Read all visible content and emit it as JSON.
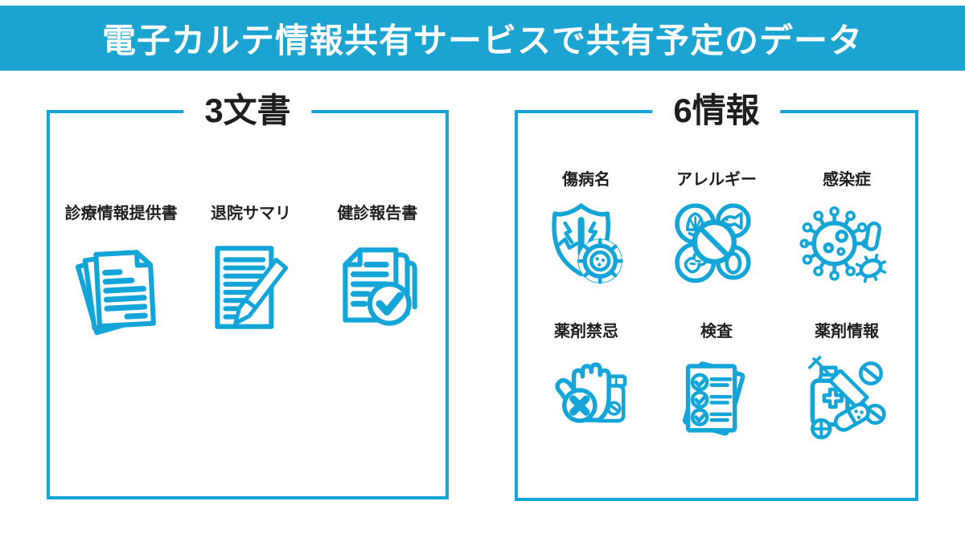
{
  "page": {
    "title": "電子カルテ情報共有サービスで共有予定のデータ"
  },
  "colors": {
    "accent": "#14a5d8",
    "header_bg": "#1ba3d2",
    "text": "#1e1e1e",
    "bg": "#ffffff"
  },
  "sections": [
    {
      "title": "3文書",
      "items": [
        {
          "label": "診療情報提供書",
          "icon": "documents-stack-icon"
        },
        {
          "label": "退院サマリ",
          "icon": "document-pencil-icon"
        },
        {
          "label": "健診報告書",
          "icon": "document-check-icon"
        }
      ]
    },
    {
      "title": "6情報",
      "items": [
        {
          "label": "傷病名",
          "icon": "shield-crack-virus-icon"
        },
        {
          "label": "アレルギー",
          "icon": "allergy-foods-prohibition-icon"
        },
        {
          "label": "感染症",
          "icon": "virus-bacteria-icon"
        },
        {
          "label": "薬剤禁忌",
          "icon": "hand-stop-pill-bottle-icon"
        },
        {
          "label": "検査",
          "icon": "checklist-document-icon"
        },
        {
          "label": "薬剤情報",
          "icon": "medicine-syringe-pills-icon"
        }
      ]
    }
  ]
}
